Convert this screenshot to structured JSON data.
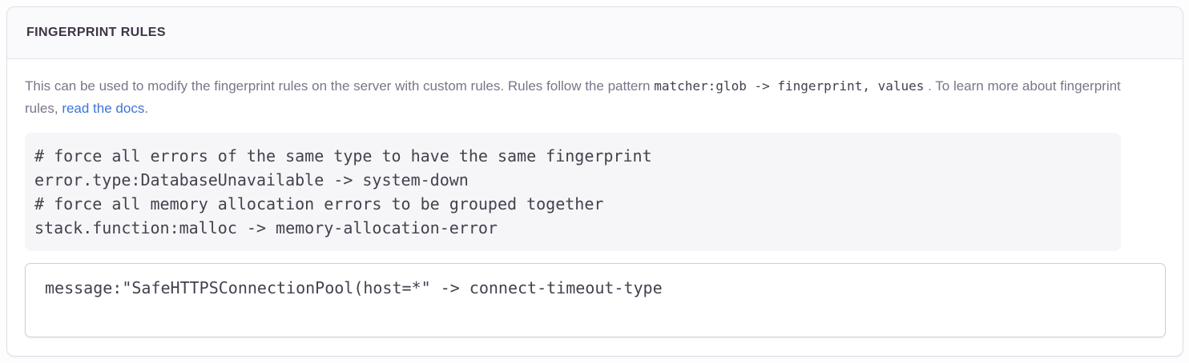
{
  "panel": {
    "header": {
      "title": "FINGERPRINT RULES"
    },
    "description": {
      "text_before": "This can be used to modify the fingerprint rules on the server with custom rules. Rules follow the pattern",
      "pattern_code": "matcher:glob -> fingerprint, values",
      "text_after_code": ". To learn more about fingerprint rules,",
      "link_label": "read the docs",
      "period": "."
    },
    "example": {
      "lines": [
        "# force all errors of the same type to have the same fingerprint",
        "error.type:DatabaseUnavailable -> system-down",
        "# force all memory allocation errors to be grouped together",
        "stack.function:malloc -> memory-allocation-error"
      ]
    },
    "input": {
      "value": "message:\"SafeHTTPSConnectionPool(host=*\" -> connect-timeout-type"
    }
  },
  "colors": {
    "panel_border": "#e0dce8",
    "header_background": "#faf9fb",
    "title_text": "#3e3446",
    "description_text": "#7c748a",
    "link": "#3d74db",
    "code_text": "#46404e",
    "code_background": "#f6f6f8",
    "textarea_border": "#d1cbd9"
  }
}
